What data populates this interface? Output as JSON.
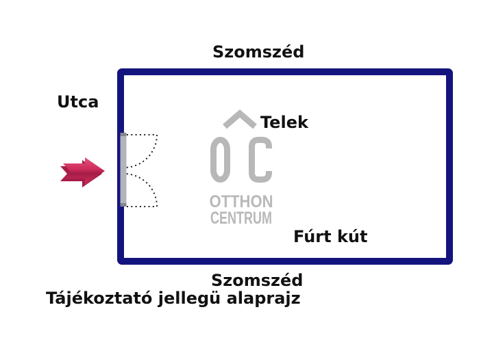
{
  "colors": {
    "background": "#FFFFFF",
    "text": "#111111",
    "plot_border": "#14147E",
    "watermark": "#B8B8B8",
    "arrow": "#D02D5C",
    "arrow_dark": "#A51D47",
    "arrow_light": "#E0557F",
    "gate_fill": "#B3B3BC",
    "gate_cap": "#84848E",
    "gate_dash": "#1C1C1C"
  },
  "labels": {
    "neighbor_top": "Szomszéd",
    "street": "Utca",
    "plot": "Telek",
    "well": "Fúrt kút",
    "neighbor_bottom": "Szomszéd",
    "disclaimer": "Tájékoztató jellegü alaprajz"
  },
  "watermark": {
    "initials": "OC",
    "line1": "OTTHON",
    "line2": "CENTRUM"
  },
  "icons": {
    "entrance_arrow": "right-arrow",
    "gate": "double-swing-door-dashed",
    "roof": "house-roof-chevron"
  }
}
